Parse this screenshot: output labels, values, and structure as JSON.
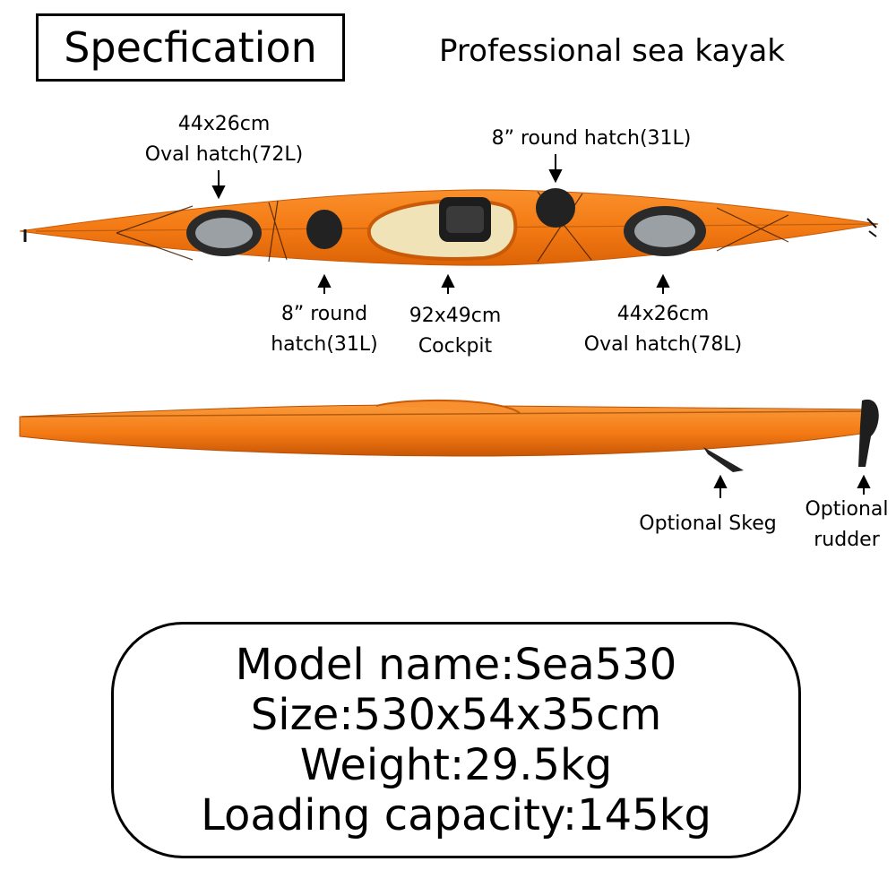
{
  "header": {
    "title": "Specfication",
    "subtitle": "Professional sea kayak"
  },
  "top_view": {
    "left_oval_hatch": [
      "44x26cm",
      "Oval hatch(72L)"
    ],
    "rear_round_hatch": "8” round hatch(31L)",
    "front_round_hatch": [
      "8” round",
      "hatch(31L)"
    ],
    "cockpit": [
      "92x49cm",
      "Cockpit"
    ],
    "right_oval_hatch": [
      "44x26cm",
      "Oval hatch(78L)"
    ]
  },
  "side_view": {
    "skeg": "Optional Skeg",
    "rudder": [
      "Optional",
      "rudder"
    ]
  },
  "specs": {
    "model": "Model name:Sea530",
    "size": "Size:530x54x35cm",
    "weight": "Weight:29.5kg",
    "capacity": "Loading capacity:145kg"
  },
  "colors": {
    "hull": "#f47a14",
    "hull_dark": "#d85e05",
    "hatch": "#9aa0a3"
  }
}
